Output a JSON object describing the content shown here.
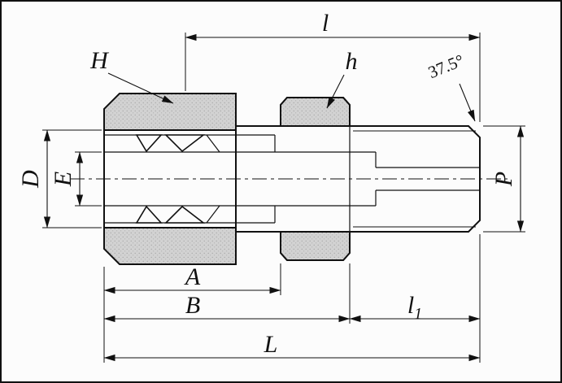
{
  "labels": {
    "overall_top_length": "l",
    "nut_label": "H",
    "hex_label": "h",
    "chamfer_angle": "37.5°",
    "dia_d": "D",
    "dia_e": "E",
    "dia_p": "P",
    "len_a": "A",
    "len_b": "B",
    "len_l1_base": "l",
    "len_l1_sub": "1",
    "len_overall": "L"
  },
  "colors": {
    "background": "#fcfcfc",
    "line": "#111111",
    "section_fill": "#d2d2d2",
    "section_dot": "#a6a6a6"
  }
}
